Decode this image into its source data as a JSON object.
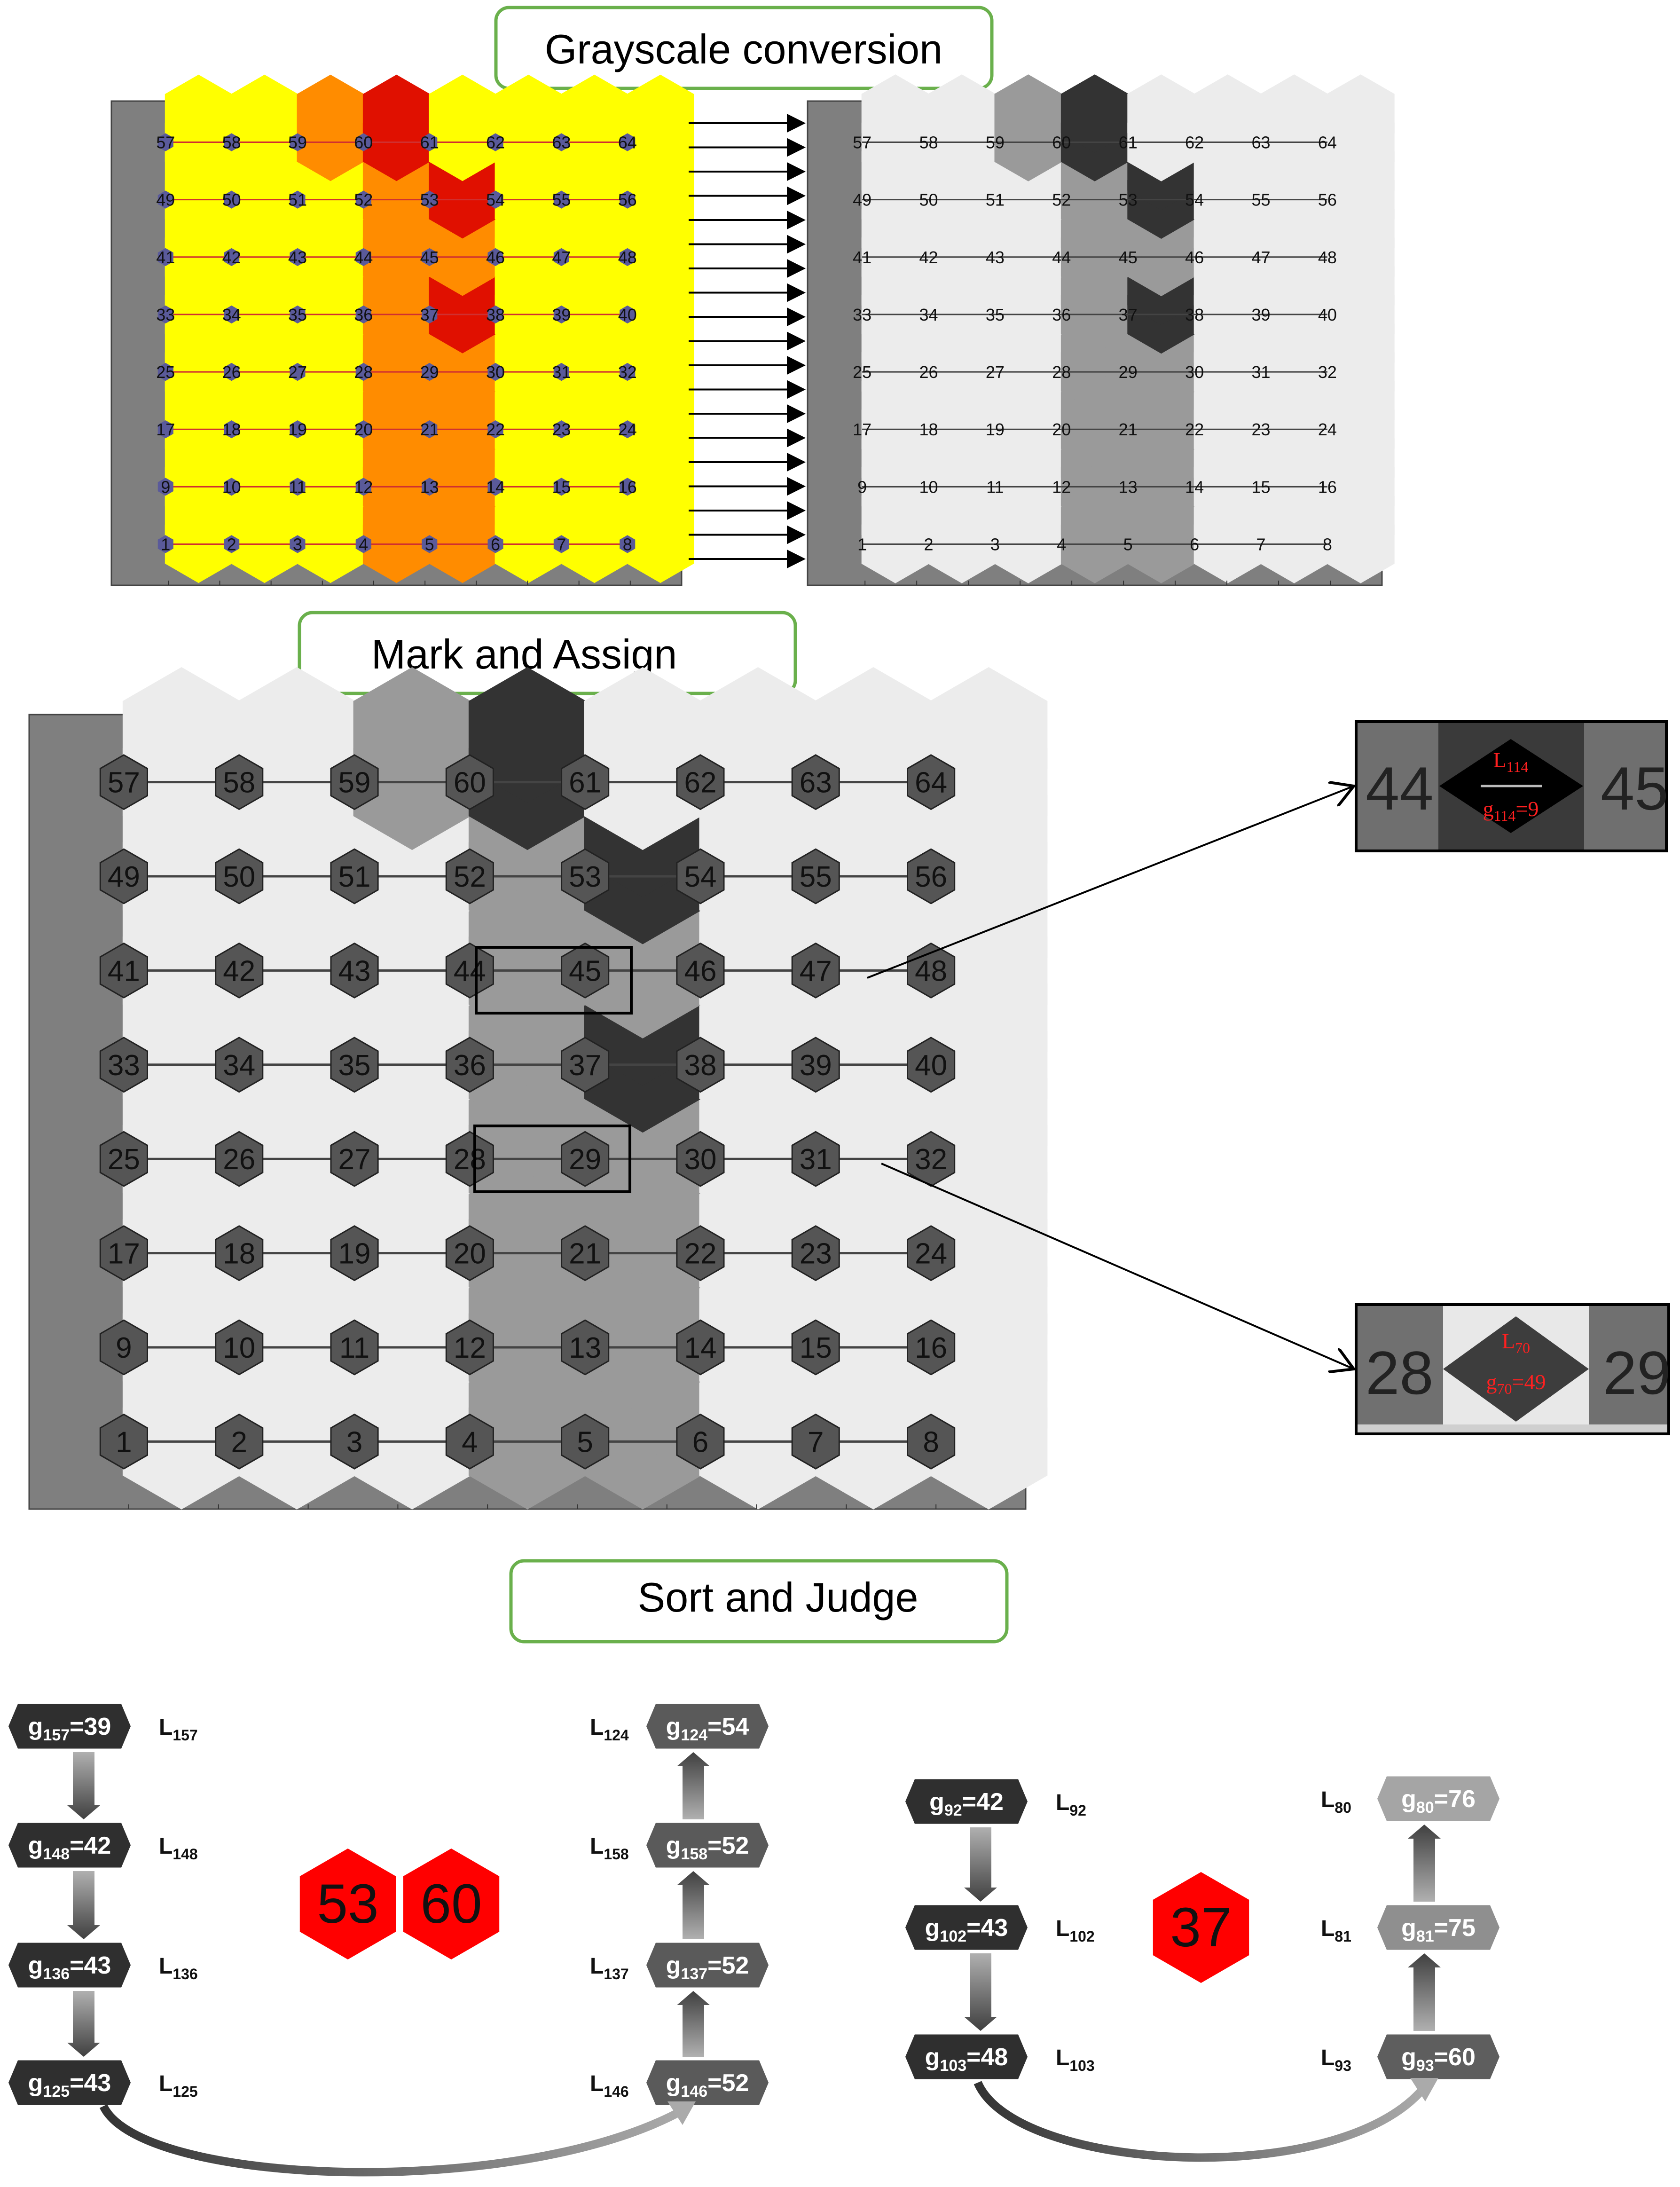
{
  "steps": {
    "grayscale": "Grayscale conversion",
    "mark": "Mark and Assign",
    "sort": "Sort and Judge"
  },
  "grid": {
    "cols": 8,
    "rows": 8,
    "numbers": [
      1,
      2,
      3,
      4,
      5,
      6,
      7,
      8,
      9,
      10,
      11,
      12,
      13,
      14,
      15,
      16,
      17,
      18,
      19,
      20,
      21,
      22,
      23,
      24,
      25,
      26,
      27,
      28,
      29,
      30,
      31,
      32,
      33,
      34,
      35,
      36,
      37,
      38,
      39,
      40,
      41,
      42,
      43,
      44,
      45,
      46,
      47,
      48,
      49,
      50,
      51,
      52,
      53,
      54,
      55,
      56,
      57,
      58,
      59,
      60,
      61,
      62,
      63,
      64
    ],
    "dark_nodes": [
      53,
      60,
      37
    ],
    "hot_cells": [
      59,
      60,
      52,
      53,
      44,
      45,
      36,
      37,
      28,
      29,
      20,
      21,
      12,
      13,
      4,
      5
    ]
  },
  "zoom": {
    "top": {
      "left": "44",
      "right": "45",
      "label": "L",
      "label_sub": "114",
      "value_prefix": "g",
      "value_sub": "114",
      "value": "=9"
    },
    "bottom": {
      "left": "28",
      "right": "29",
      "label": "L",
      "label_sub": "70",
      "value_prefix": "g",
      "value_sub": "70",
      "value": "=49"
    }
  },
  "sort_left": {
    "chain_a": [
      {
        "g_sub": "157",
        "val": "=39",
        "l_sub": "157"
      },
      {
        "g_sub": "148",
        "val": "=42",
        "l_sub": "148"
      },
      {
        "g_sub": "136",
        "val": "=43",
        "l_sub": "136"
      },
      {
        "g_sub": "125",
        "val": "=43",
        "l_sub": "125"
      }
    ],
    "chain_b": [
      {
        "g_sub": "124",
        "val": "=54",
        "l_sub": "124"
      },
      {
        "g_sub": "158",
        "val": "=52",
        "l_sub": "158"
      },
      {
        "g_sub": "137",
        "val": "=52",
        "l_sub": "137"
      },
      {
        "g_sub": "146",
        "val": "=52",
        "l_sub": "146"
      }
    ],
    "result": [
      "53",
      "60"
    ]
  },
  "sort_right": {
    "chain_a": [
      {
        "g_sub": "92",
        "val": "=42",
        "l_sub": "92"
      },
      {
        "g_sub": "102",
        "val": "=43",
        "l_sub": "102"
      },
      {
        "g_sub": "103",
        "val": "=48",
        "l_sub": "103"
      }
    ],
    "chain_b": [
      {
        "g_sub": "80",
        "val": "=76",
        "l_sub": "80"
      },
      {
        "g_sub": "81",
        "val": "=75",
        "l_sub": "81"
      },
      {
        "g_sub": "93",
        "val": "=60",
        "l_sub": "93"
      }
    ],
    "result": [
      "37"
    ]
  },
  "labels": {
    "g": "g",
    "L": "L"
  },
  "colors": {
    "step_border": "#6ab04c",
    "result_fill": "#ff0000",
    "map_bg": "#7f7f7f",
    "yellow": "#ffff00",
    "orange": "#ff8c00",
    "red": "#e01000",
    "light": "#ececec",
    "mid": "#9a9a9a",
    "dark": "#333333",
    "node_blue": "#5a5a9a"
  }
}
